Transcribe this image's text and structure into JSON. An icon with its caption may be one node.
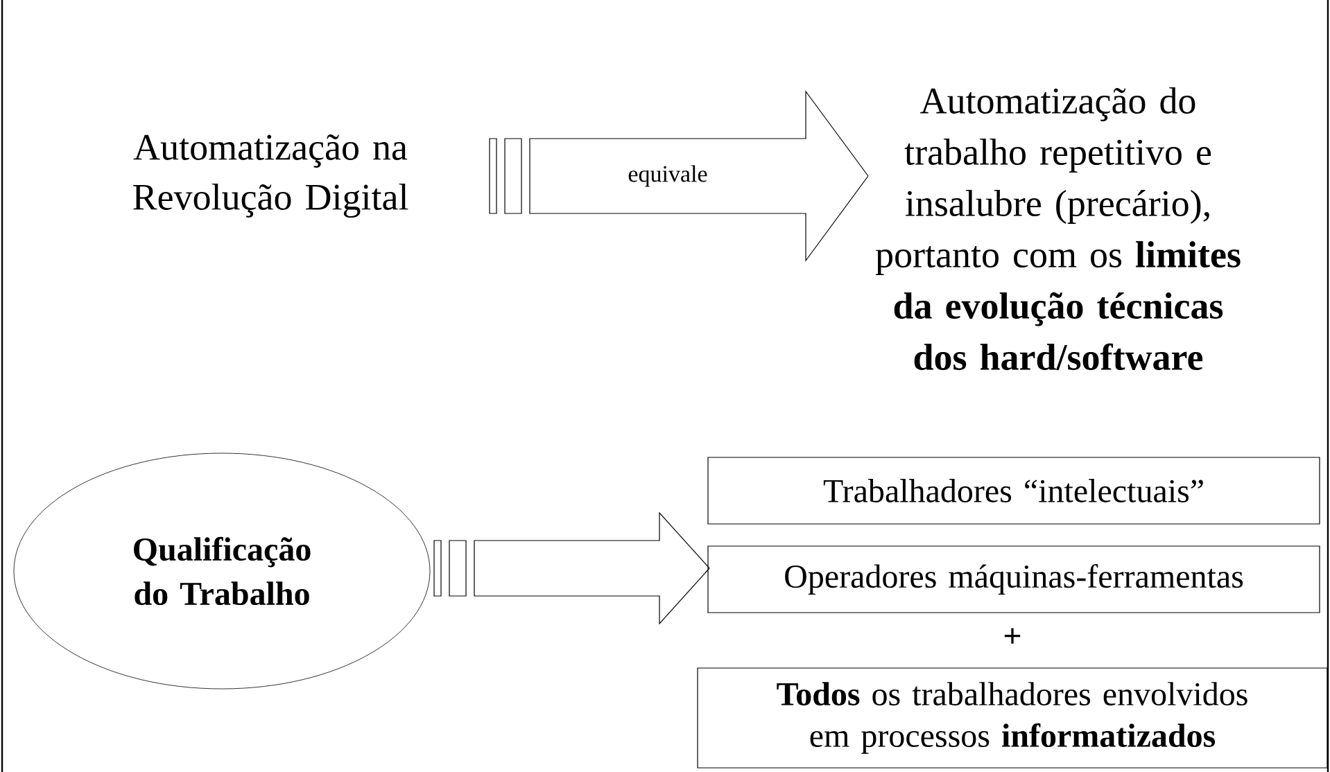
{
  "diagram": {
    "nodes": [
      {
        "text": [
          "Automatização na Revolução Digital"
        ]
      },
      {
        "text": [
          "Automatização do trabalho repetitivo e insalubre (precário), portanto com os **limites da evolução técnicas dos hard/software**"
        ]
      },
      {
        "text": [
          "Qualificação do Trabalho"
        ]
      },
      {
        "text": [
          "Trabalhadores “intelectuais”"
        ]
      },
      {
        "text": [
          "Operadores máquinas-ferramentas"
        ]
      },
      {
        "text": [
          "**Todos** os trabalhadores envolvidos em processos **informatizados**"
        ]
      }
    ],
    "edges": [
      {
        "from": 0,
        "to": 1,
        "arrow": "to",
        "label": "equivale"
      },
      {
        "from": 2,
        "to": 4,
        "arrow": "to"
      }
    ],
    "labels": [
      "+"
    ]
  }
}
